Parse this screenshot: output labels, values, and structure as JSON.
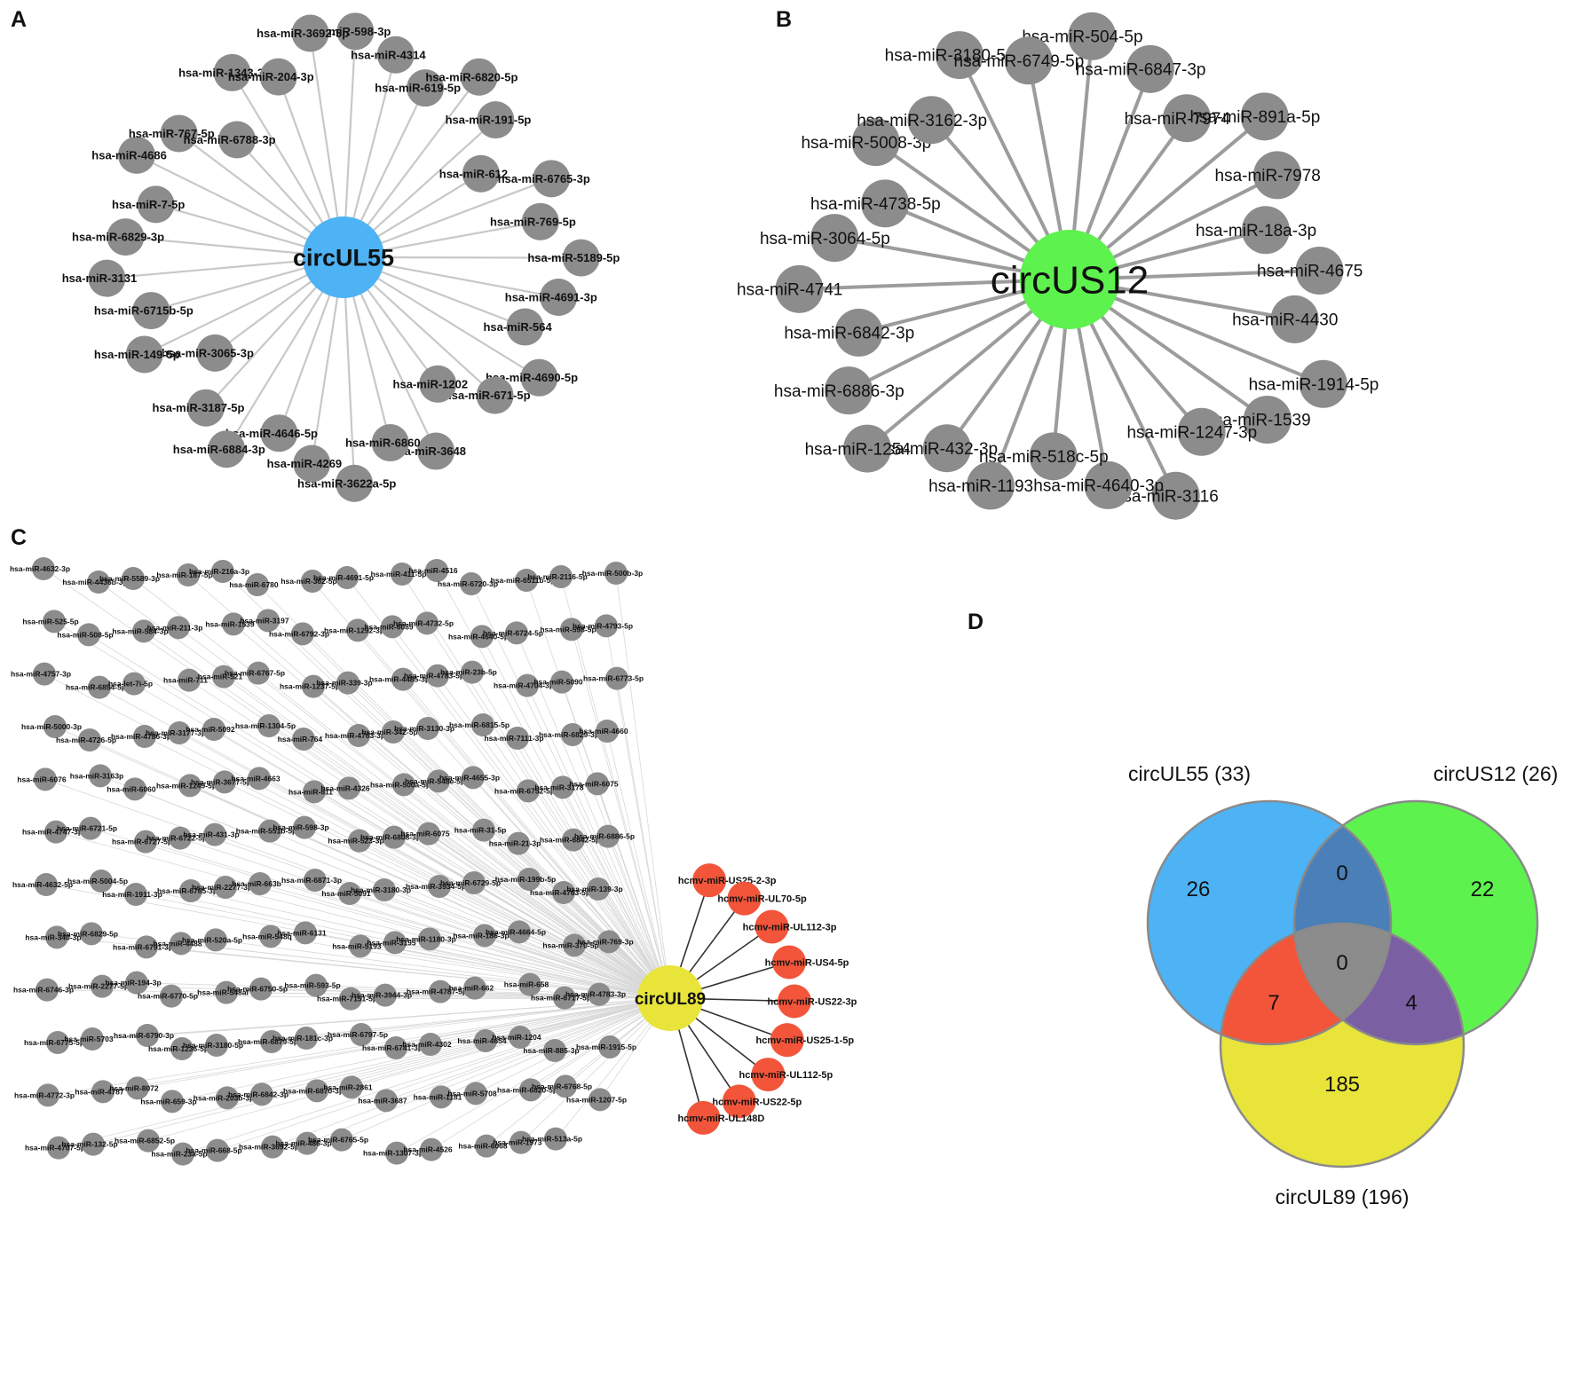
{
  "panels": {
    "A": {
      "letter": "A",
      "center": {
        "label": "circUL55",
        "color": "#4db3f5"
      },
      "node_color": "#8c8c8c",
      "nodes": [
        "hsa-miR-598-3p",
        "hsa-miR-4314",
        "hsa-miR-619-5p",
        "hsa-miR-6820-5p",
        "hsa-miR-191-5p",
        "hsa-miR-612",
        "hsa-miR-6765-3p",
        "hsa-miR-769-5p",
        "hsa-miR-5189-5p",
        "hsa-miR-4691-3p",
        "hsa-miR-564",
        "hsa-miR-4690-5p",
        "hsa-miR-671-5p",
        "hsa-miR-1202",
        "hsa-miR-3648",
        "hsa-miR-6860",
        "hsa-miR-3622a-5p",
        "hsa-miR-4269",
        "hsa-miR-4646-5p",
        "hsa-miR-6884-3p",
        "hsa-miR-3187-5p",
        "hsa-miR-3065-3p",
        "hsa-miR-149-5p",
        "hsa-miR-6715b-5p",
        "hsa-miR-3131",
        "hsa-miR-6829-3p",
        "hsa-miR-7-5p",
        "hsa-miR-4686",
        "hsa-miR-767-5p",
        "hsa-miR-6788-3p",
        "hsa-miR-1343-3p",
        "hsa-miR-204-3p",
        "hsa-miR-3692-5p"
      ]
    },
    "B": {
      "letter": "B",
      "center": {
        "label": "circUS12",
        "color": "#5ef24f"
      },
      "node_color": "#8c8c8c",
      "nodes": [
        "hsa-miR-504-5p",
        "hsa-miR-6847-3p",
        "hsa-miR-7974",
        "hsa-miR-891a-5p",
        "hsa-miR-7978",
        "hsa-miR-18a-3p",
        "hsa-miR-4675",
        "hsa-miR-4430",
        "hsa-miR-1914-5p",
        "hsa-miR-1539",
        "hsa-miR-1247-3p",
        "hsa-miR-3116",
        "hsa-miR-4640-3p",
        "hsa-miR-518c-5p",
        "hsa-miR-1193",
        "hsa-miR-432-3p",
        "hsa-miR-1254",
        "hsa-miR-6886-3p",
        "hsa-miR-6842-3p",
        "hsa-miR-4741",
        "hsa-miR-3064-5p",
        "hsa-miR-4738-5p",
        "hsa-miR-5008-3p",
        "hsa-miR-3162-3p",
        "hsa-miR-3180-5p",
        "hsa-miR-6749-5p"
      ]
    },
    "C": {
      "letter": "C",
      "center": {
        "label": "circUL89",
        "color": "#e8e43a"
      },
      "node_color": "#8c8c8c",
      "hcmv_color": "#f2553a",
      "hcmv_nodes": [
        "hcmv-miR-US25-2-3p",
        "hcmv-miR-UL70-5p",
        "hcmv-miR-UL112-3p",
        "hcmv-miR-US4-5p",
        "hcmv-miR-US22-3p",
        "hcmv-miR-US25-1-5p",
        "hcmv-miR-UL112-5p",
        "hcmv-miR-US22-5p",
        "hcmv-miR-UL148D"
      ],
      "nodes": [
        "hsa-miR-4632-3p",
        "hsa-miR-4436b-3p",
        "hsa-miR-5589-3p",
        "hsa-miR-187-5p",
        "hsa-miR-216a-3p",
        "hsa-miR-6780",
        "hsa-miR-362-5p",
        "hsa-miR-4691-5p",
        "hsa-miR-411-5p",
        "hsa-miR-4516",
        "hsa-miR-6720-3p",
        "hsa-miR-6511b-5p",
        "hsa-miR-2116-5p",
        "hsa-miR-500b-3p",
        "hsa-miR-525-5p",
        "hsa-miR-508-5p",
        "hsa-miR-584-3p",
        "hsa-miR-211-3p",
        "hsa-miR-1539",
        "hsa-miR-3197",
        "hsa-miR-6792-3p",
        "hsa-miR-1292-3p",
        "hsa-miR-6089",
        "hsa-miR-4732-5p",
        "hsa-miR-4640-5p",
        "hsa-miR-6724-5p",
        "hsa-miR-598-5p",
        "hsa-miR-4793-5p",
        "hsa-miR-4757-3p",
        "hsa-miR-6854-5p",
        "hsa-let-7i-5p",
        "hsa-miR-711",
        "hsa-miR-521",
        "hsa-miR-6767-5p",
        "hsa-miR-1237-5p",
        "hsa-miR-339-3p",
        "hsa-miR-4485-3p",
        "hsa-miR-4783-5p",
        "hsa-miR-23b-5p",
        "hsa-miR-4704-3p",
        "hsa-miR-5090",
        "hsa-miR-6773-5p",
        "hsa-miR-5000-3p",
        "hsa-miR-4726-5p",
        "hsa-miR-4786-3p",
        "hsa-miR-3177-3p",
        "hsa-miR-5092",
        "hsa-miR-1304-5p",
        "hsa-miR-764",
        "hsa-miR-4763-3p",
        "hsa-miR-342-5p",
        "hsa-miR-3130-3p",
        "hsa-miR-6815-5p",
        "hsa-miR-7111-3p",
        "hsa-miR-6829-3p",
        "hsa-miR-4660",
        "hsa-miR-6076",
        "hsa-miR-3163p",
        "hsa-miR-6060",
        "hsa-miR-1249-5p",
        "hsa-miR-3677-5p",
        "hsa-miR-4663",
        "hsa-miR-611",
        "hsa-miR-4326",
        "hsa-miR-500a-5p",
        "hsa-miR-548e-5p",
        "hsa-miR-4655-3p",
        "hsa-miR-6752-5p",
        "hsa-miR-3178",
        "hsa-miR-6075",
        "hsa-miR-4747-3p",
        "hsa-miR-6721-5p",
        "hsa-miR-6727-5p",
        "hsa-miR-6722-5p",
        "hsa-miR-431-3p",
        "hsa-miR-551b-5p",
        "hsa-miR-598-3p",
        "hsa-miR-523-3p",
        "hsa-miR-6808-3p",
        "hsa-miR-6075",
        "hsa-miR-31-5p",
        "hsa-miR-21-3p",
        "hsa-miR-6842-5p",
        "hsa-miR-6886-5p",
        "hsa-miR-4632-5p",
        "hsa-miR-5004-5p",
        "hsa-miR-1911-3p",
        "hsa-miR-6765-3p",
        "hsa-miR-2277-3p",
        "hsa-miR-663b",
        "hsa-miR-6871-3p",
        "hsa-miR-5091",
        "hsa-miR-3180-3p",
        "hsa-miR-3934-5p",
        "hsa-miR-6729-5p",
        "hsa-miR-199b-5p",
        "hsa-miR-4763-5p",
        "hsa-miR-139-3p",
        "hsa-miR-340-3p",
        "hsa-miR-6829-5p",
        "hsa-miR-6791-3p",
        "hsa-miR-4488",
        "hsa-miR-520a-5p",
        "hsa-miR-548q",
        "hsa-miR-6131",
        "hsa-miR-5193",
        "hsa-miR-3195",
        "hsa-miR-1180-3p",
        "hsa-miR-186-3p",
        "hsa-miR-4664-5p",
        "hsa-miR-370-5p",
        "hsa-miR-769-3p",
        "hsa-miR-6746-3p",
        "hsa-miR-2277-5p",
        "hsa-miR-194-3p",
        "hsa-miR-6770-5p",
        "hsa-miR-548al",
        "hsa-miR-6750-5p",
        "hsa-miR-593-5p",
        "hsa-miR-7151-5p",
        "hsa-miR-3944-3p",
        "hsa-miR-4787-5p",
        "hsa-miR-662",
        "hsa-miR-658",
        "hsa-miR-6717-5p",
        "hsa-miR-4783-3p",
        "hsa-miR-6775-5p",
        "hsa-miR-5703",
        "hsa-miR-6790-3p",
        "hsa-miR-1236-5p",
        "hsa-miR-3180-5p",
        "hsa-miR-6879-5p",
        "hsa-miR-181c-3p",
        "hsa-miR-6797-5p",
        "hsa-miR-6741-3p",
        "hsa-miR-4302",
        "hsa-miR-4654",
        "hsa-miR-1204",
        "hsa-miR-885-3p",
        "hsa-miR-1915-5p",
        "hsa-miR-4772-3p",
        "hsa-miR-4787",
        "hsa-miR-8072",
        "hsa-miR-659-3p",
        "hsa-miR-203b-3p",
        "hsa-miR-6842-3p",
        "hsa-miR-6870-3p",
        "hsa-miR-2861",
        "hsa-miR-3687",
        "hsa-miR-1181",
        "hsa-miR-5708",
        "hsa-miR-6820-5p",
        "hsa-miR-6768-5p",
        "hsa-miR-1207-5p",
        "hsa-miR-4707-5p",
        "hsa-miR-132-5p",
        "hsa-miR-6852-5p",
        "hsa-miR-23a-5p",
        "hsa-miR-668-5p",
        "hsa-miR-3692-5p",
        "hsa-miR-486-3p",
        "hsa-miR-6765-5p",
        "hsa-miR-1307-3p",
        "hsa-miR-4526",
        "hsa-miR-6068",
        "hsa-miR-1973",
        "hsa-miR-513a-5p"
      ]
    },
    "D": {
      "letter": "D",
      "sets": [
        {
          "label": "circUL55 (33)",
          "color": "#4db3f5"
        },
        {
          "label": "circUS12 (26)",
          "color": "#5ef24f"
        },
        {
          "label": "circUL89 (196)",
          "color": "#e8e43a"
        }
      ],
      "regions": {
        "ul55_only": {
          "value": "26",
          "color": "#4db3f5"
        },
        "us12_only": {
          "value": "22",
          "color": "#5ef24f"
        },
        "ul89_only": {
          "value": "185",
          "color": "#e8e43a"
        },
        "ul55_us12": {
          "value": "0",
          "color": "#4a7fb8"
        },
        "ul55_ul89": {
          "value": "7",
          "color": "#f2553a"
        },
        "us12_ul89": {
          "value": "4",
          "color": "#7b5fa3"
        },
        "all_three": {
          "value": "0",
          "color": "#8c8c8c"
        }
      }
    }
  }
}
